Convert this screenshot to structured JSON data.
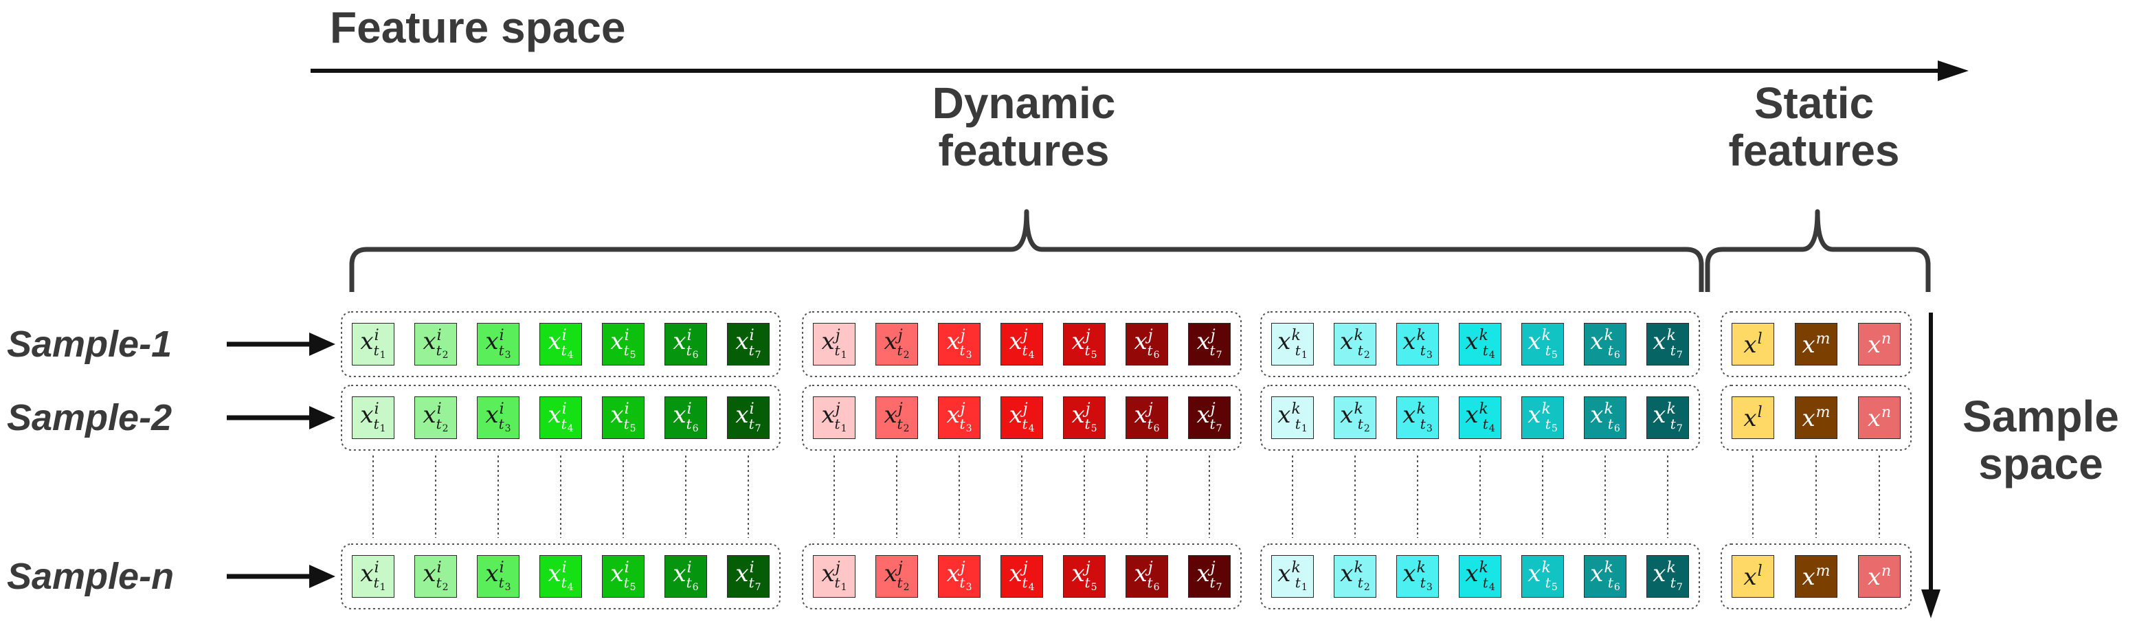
{
  "axes": {
    "feature_space": "Feature space",
    "sample_space": [
      "Sample",
      "space"
    ]
  },
  "groups": {
    "dynamic": [
      "Dynamic",
      "features"
    ],
    "static": [
      "Static",
      "features"
    ]
  },
  "samples": [
    "Sample-1",
    "Sample-2",
    "Sample-n"
  ],
  "variable_letter": "x",
  "dynamic_blocks": [
    {
      "superscript": "i",
      "colors": [
        "#c8f7c8",
        "#98f398",
        "#5aee5a",
        "#14e014",
        "#0ec00e",
        "#05950f",
        "#055e05"
      ]
    },
    {
      "superscript": "j",
      "colors": [
        "#ffc6c8",
        "#ff6a6a",
        "#ff2f2f",
        "#ef1212",
        "#d00c0c",
        "#950808",
        "#5e0303"
      ]
    },
    {
      "superscript": "k",
      "colors": [
        "#cffafa",
        "#8af5f5",
        "#4df0f0",
        "#18e5e5",
        "#12c3c3",
        "#0c9696",
        "#066464"
      ]
    }
  ],
  "time_subscripts": [
    "1",
    "2",
    "3",
    "4",
    "5",
    "6",
    "7"
  ],
  "static_cells": [
    {
      "superscript": "l",
      "color": "#ffd966"
    },
    {
      "superscript": "m",
      "color": "#7b3f00"
    },
    {
      "superscript": "n",
      "color": "#ea6b6b"
    }
  ]
}
